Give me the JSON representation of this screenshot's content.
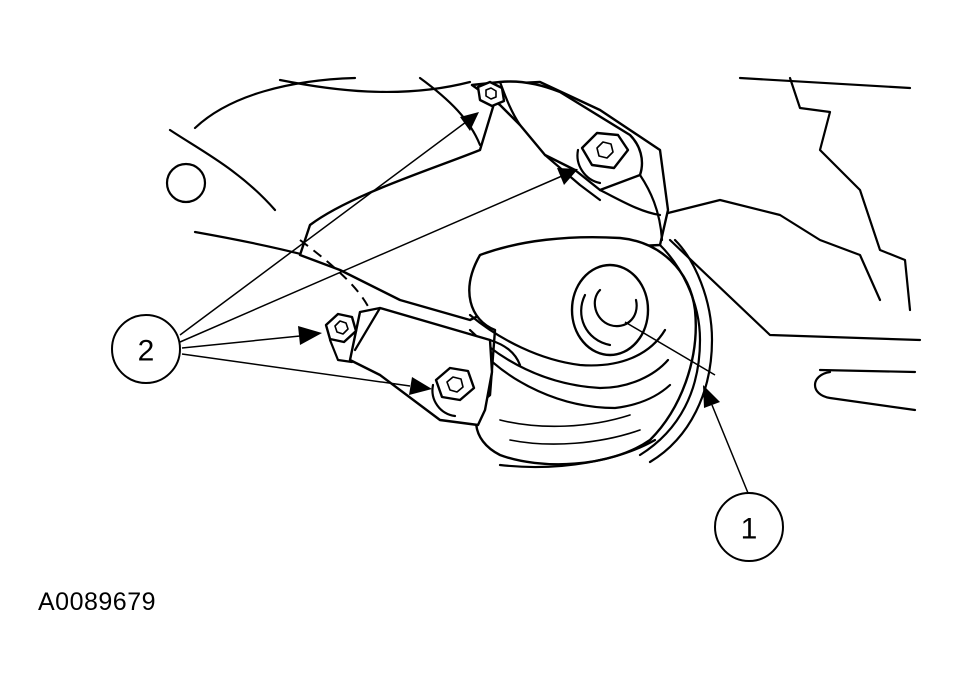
{
  "figure": {
    "id_label": "A0089679"
  },
  "callouts": [
    {
      "number": "1"
    },
    {
      "number": "2"
    }
  ],
  "colors": {
    "line": "#000000",
    "background": "#ffffff"
  }
}
